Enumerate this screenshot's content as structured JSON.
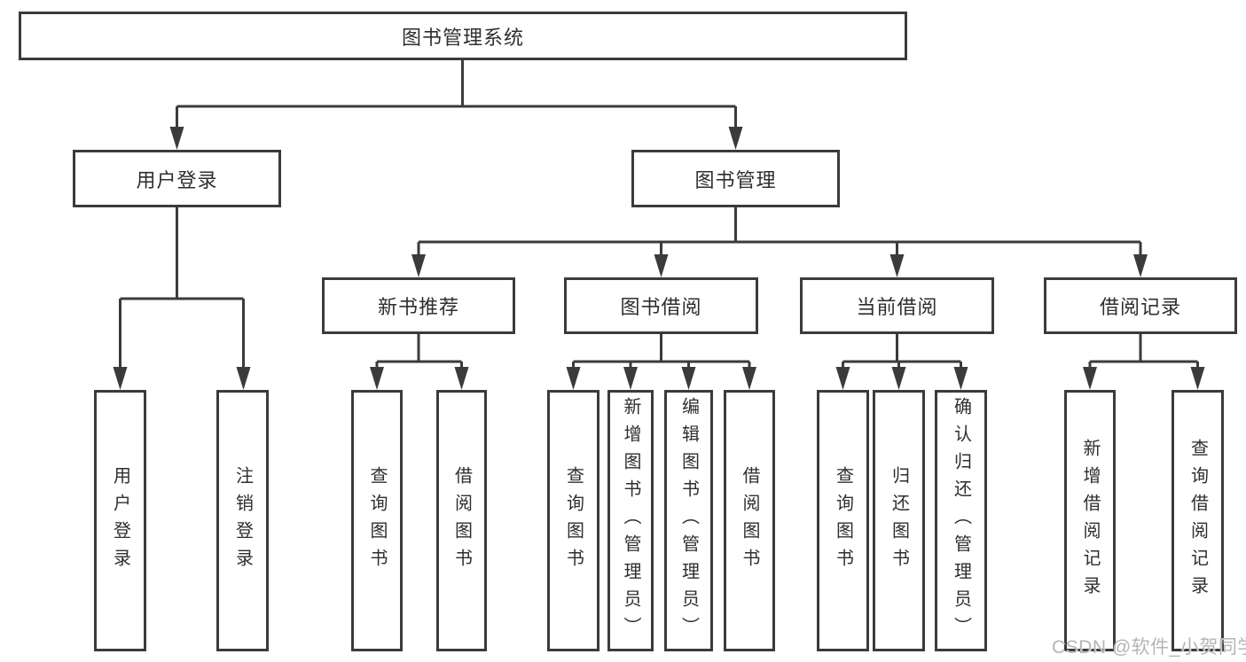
{
  "tree": {
    "label": "图书管理系统",
    "children": [
      {
        "label": "用户登录",
        "children": [
          {
            "label": "用户登录"
          },
          {
            "label": "注销登录"
          }
        ]
      },
      {
        "label": "图书管理",
        "children": [
          {
            "label": "新书推荐",
            "children": [
              {
                "label": "查询图书"
              },
              {
                "label": "借阅图书"
              }
            ]
          },
          {
            "label": "图书借阅",
            "children": [
              {
                "label": "查询图书"
              },
              {
                "label": "新增图书（管理员）"
              },
              {
                "label": "编辑图书（管理员）"
              },
              {
                "label": "借阅图书"
              }
            ]
          },
          {
            "label": "当前借阅",
            "children": [
              {
                "label": "查询图书"
              },
              {
                "label": "归还图书"
              },
              {
                "label": "确认归还（管理员）"
              }
            ]
          },
          {
            "label": "借阅记录",
            "children": [
              {
                "label": "新增借阅记录"
              },
              {
                "label": "查询借阅记录"
              }
            ]
          }
        ]
      }
    ]
  },
  "watermark": {
    "text": "CSDN @软件_小贺同学"
  },
  "colors": {
    "line": "#3b3b3b",
    "text": "#2e2e2e",
    "watermark": "#b5b5b5",
    "background": "#ffffff"
  }
}
